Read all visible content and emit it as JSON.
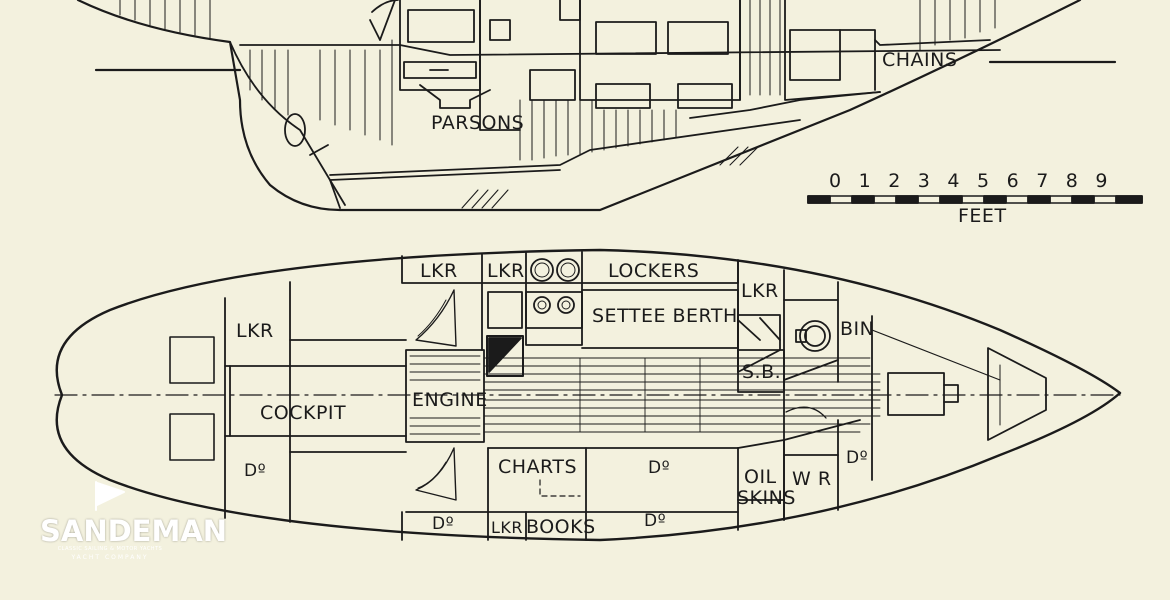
{
  "profile_labels": {
    "parsons": "PARSONS",
    "chains": "CHAINS"
  },
  "scale": {
    "ticks": [
      "0",
      "1",
      "2",
      "3",
      "4",
      "5",
      "6",
      "7",
      "8",
      "9"
    ],
    "unit": "FEET"
  },
  "plan_labels": {
    "lkr_stern": "LKR",
    "cockpit": "COCKPIT",
    "ditto_aft_port": "Dº",
    "lkr_top_left": "LKR",
    "lkr_top_mid": "LKR",
    "lockers": "LOCKERS",
    "settee_berth": "SETTEE BERTH",
    "lkr_right": "LKR",
    "sb": "S.B.",
    "bin": "BIN",
    "engine": "ENGINE",
    "charts": "CHARTS",
    "ditto_mid": "Dº",
    "oil": "OIL",
    "skins": "SKINS",
    "wr": "W R",
    "ditto_fwd": "Dº",
    "ditto_bottom_left": "Dº",
    "lkr_bottom": "LKR",
    "books": "BOOKS",
    "ditto_bottom_mid": "Dº"
  },
  "logo": {
    "name": "SANDEMAN",
    "line1": "CLASSIC SAILING & MOTOR YACHTS",
    "line2": "YACHT COMPANY"
  },
  "colors": {
    "paper": "#f3f1de",
    "ink": "#1b1b1b"
  }
}
